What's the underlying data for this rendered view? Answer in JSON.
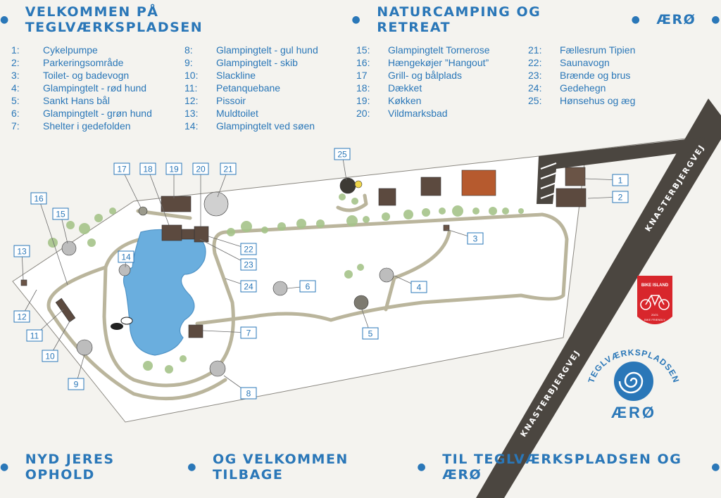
{
  "header": {
    "segments": [
      "VELKOMMEN PÅ TEGLVÆRKSPLADSEN",
      "NATURCAMPING OG RETREAT",
      "ÆRØ"
    ]
  },
  "footer": {
    "segments": [
      "NYD JERES OPHOLD",
      "OG VELKOMMEN TILBAGE",
      "TIL TEGLVÆRKSPLADSEN OG ÆRØ"
    ]
  },
  "legend": {
    "columns": [
      [
        {
          "num": "1:",
          "label": "Cykelpumpe"
        },
        {
          "num": "2:",
          "label": "Parkeringsområde"
        },
        {
          "num": "3:",
          "label": "Toilet- og badevogn"
        },
        {
          "num": "4:",
          "label": "Glampingtelt - rød hund"
        },
        {
          "num": "5:",
          "label": "Sankt Hans bål"
        },
        {
          "num": "6:",
          "label": "Glampingtelt - grøn hund"
        },
        {
          "num": "7:",
          "label": "Shelter i gedefolden"
        }
      ],
      [
        {
          "num": "8:",
          "label": "Glampingtelt - gul hund"
        },
        {
          "num": "9:",
          "label": "Glampingtelt - skib"
        },
        {
          "num": "10:",
          "label": "Slackline"
        },
        {
          "num": "11:",
          "label": "Petanquebane"
        },
        {
          "num": "12:",
          "label": "Pissoir"
        },
        {
          "num": "13:",
          "label": "Muldtoilet"
        },
        {
          "num": "14:",
          "label": "Glampingtelt ved søen"
        }
      ],
      [
        {
          "num": "15:",
          "label": "Glampingtelt Tornerose"
        },
        {
          "num": "16:",
          "label": "Hængekøjer ”Hangout”"
        },
        {
          "num": "17",
          "label": "Grill- og bålplads"
        },
        {
          "num": "18:",
          "label": "Dækket"
        },
        {
          "num": "19:",
          "label": "Køkken"
        },
        {
          "num": "20:",
          "label": "Vildmarksbad"
        }
      ],
      [
        {
          "num": "21:",
          "label": "Fællesrum Tipien"
        },
        {
          "num": "22:",
          "label": "Saunavogn"
        },
        {
          "num": "23:",
          "label": "Brænde og brus"
        },
        {
          "num": "24:",
          "label": "Gedehegn"
        },
        {
          "num": "25:",
          "label": "Hønsehus og æg"
        }
      ]
    ]
  },
  "callouts": [
    "1",
    "2",
    "3",
    "4",
    "5",
    "6",
    "7",
    "8",
    "9",
    "10",
    "11",
    "12",
    "13",
    "14",
    "15",
    "16",
    "17",
    "18",
    "19",
    "20",
    "21",
    "22",
    "23",
    "24",
    "25"
  ],
  "road": {
    "name": "KNASTERBJERGVEJ"
  },
  "badge": {
    "line1": "BIKE ISLAND",
    "line2": "20/21",
    "line3": "BIKE FRIENDLY"
  },
  "logo": {
    "arc_text": "TEGLVÆRKSPLADSEN",
    "name": "ÆRØ"
  },
  "colors": {
    "accent": "#2a77b8",
    "lake": "#6aaede",
    "road": "#4b4640",
    "path": "#bab59c",
    "badge": "#d8262c"
  }
}
